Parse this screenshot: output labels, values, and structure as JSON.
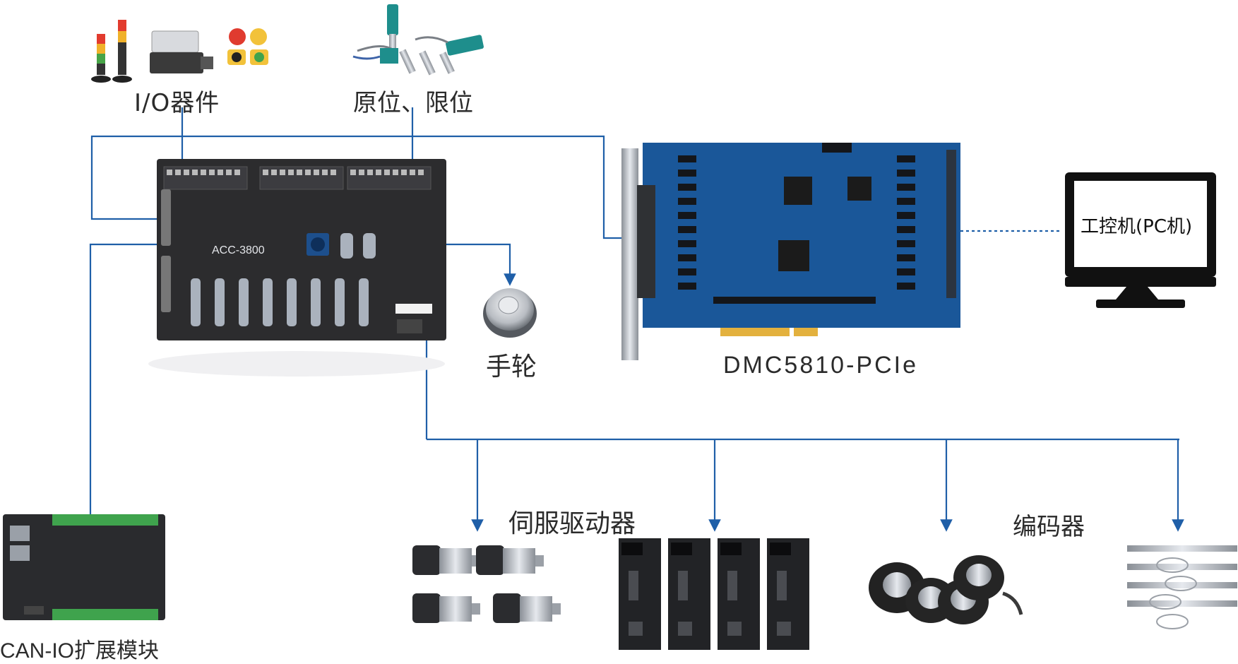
{
  "labels": {
    "io_devices": "I/O器件",
    "home_limit": "原位、限位",
    "acc_board": "ACC-3800",
    "handwheel": "手轮",
    "dmc_card": "DMC5810-PCIe",
    "ipc": "工控机(PC机)",
    "servo_driver": "伺服驱动器",
    "encoder": "编码器",
    "can_io": "CAN-IO扩展模块"
  },
  "colors": {
    "line": "#1f5fa8",
    "pcb": "#1a5799",
    "board": "#2c2c2e",
    "terminal_green": "#3fa34d",
    "text": "#2b2b2b"
  }
}
